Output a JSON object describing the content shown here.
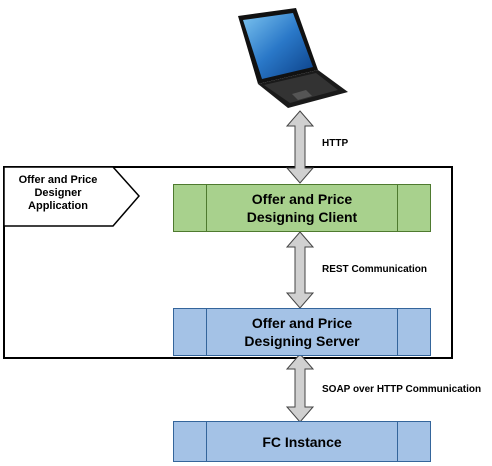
{
  "application_label": "Offer and Price\nDesigner\nApplication",
  "nodes": {
    "client": "Offer and Price\nDesigning Client",
    "server": "Offer and Price\nDesigning Server",
    "fc": "FC Instance"
  },
  "edges": {
    "http": "HTTP",
    "rest": "REST Communication",
    "soap": "SOAP over HTTP Communication"
  },
  "colors": {
    "client_fill": "#a8d18d",
    "server_fill": "#a4c2e6",
    "arrow_fill": "#d0d0d0"
  },
  "icons": [
    "laptop-icon"
  ]
}
